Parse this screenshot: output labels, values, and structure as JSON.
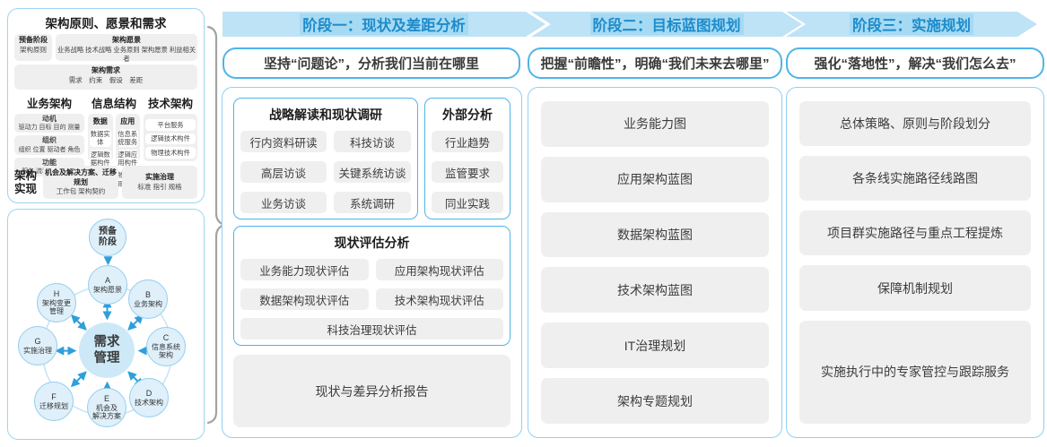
{
  "colors": {
    "band_blue": "#BEE3F6",
    "header_text_blue": "#1E8CCB",
    "accent_border_blue": "#4FB4E9",
    "panel_border_blue": "#8FD0F2",
    "box_gray": "#EFEFEF",
    "arrow_blue": "#2E9FDB",
    "brace_gray": "#A3A3A3",
    "circle_fill": "#DFF0FA",
    "circle_border": "#94CDED",
    "center_circle_fill": "#CDE9F7"
  },
  "left_top": {
    "title": "架构原则、愿景和需求",
    "prep": {
      "title": "预备阶段",
      "sub": "架构原则"
    },
    "vision": {
      "title": "架构愿景",
      "sub": "业务战略 技术战略 业务原则 架构愿景 利益相关者"
    },
    "requirements": {
      "title": "架构需求",
      "sub": "需求　约束　假设　差距"
    },
    "business": {
      "title": "业务架构",
      "items": [
        {
          "title": "动机",
          "sub": "驱动力 目标 目的 测量"
        },
        {
          "title": "组织",
          "sub": "组织 位置 驱动者 角色"
        },
        {
          "title": "功能",
          "sub": "服务 流程 控制 功能"
        }
      ]
    },
    "information": {
      "title": "信息结构",
      "data": {
        "title": "数据",
        "items": [
          "数据实体",
          "逻辑数据构件",
          "物理数据构件"
        ]
      },
      "app": {
        "title": "应用",
        "items": [
          "信息系统服务",
          "逻辑应用构件",
          "物理应用构件"
        ]
      }
    },
    "technical": {
      "title": "技术架构",
      "items": [
        "平台服务",
        "逻辑技术构件",
        "物理技术构件"
      ]
    },
    "realization": {
      "label": "架构实现",
      "box1": {
        "title": "机会及解决方案、迁移规划",
        "sub": "工作包  架构契约"
      },
      "box2": {
        "title": "实施治理",
        "sub": "标准  指引  规格"
      }
    }
  },
  "adm": {
    "prep": {
      "line1": "预备",
      "line2": "阶段"
    },
    "center": {
      "line1": "需求",
      "line2": "管理"
    },
    "nodes": [
      {
        "id": "A",
        "line1": "架构愿景",
        "line2": ""
      },
      {
        "id": "B",
        "line1": "业务架构",
        "line2": ""
      },
      {
        "id": "C",
        "line1": "信息系统",
        "line2": "架构"
      },
      {
        "id": "D",
        "line1": "技术架构",
        "line2": ""
      },
      {
        "id": "E",
        "line1": "机会及",
        "line2": "解决方案"
      },
      {
        "id": "F",
        "line1": "迁移规划",
        "line2": ""
      },
      {
        "id": "G",
        "line1": "实施治理",
        "line2": ""
      },
      {
        "id": "H",
        "line1": "架构变更",
        "line2": "管理"
      }
    ]
  },
  "phases": [
    {
      "header": "阶段一：现状及差距分析",
      "subtitle": "坚持“问题论”，分析我们当前在哪里"
    },
    {
      "header": "阶段二：目标蓝图规划",
      "subtitle": "把握“前瞻性”，明确“我们未来去哪里”"
    },
    {
      "header": "阶段三：实施规划",
      "subtitle": "强化“落地性”，解决“我们怎么去”"
    }
  ],
  "phase1": {
    "strategy": {
      "title": "战略解读和现状调研",
      "items": [
        "行内资料研读",
        "科技访谈",
        "高层访谈",
        "关键系统访谈",
        "业务访谈",
        "系统调研"
      ]
    },
    "external": {
      "title": "外部分析",
      "items": [
        "行业趋势",
        "监管要求",
        "同业实践"
      ]
    },
    "assessment": {
      "title": "现状评估分析",
      "items": [
        "业务能力现状评估",
        "应用架构现状评估",
        "数据架构现状评估",
        "技术架构现状评估",
        "科技治理现状评估"
      ]
    },
    "report": "现状与差异分析报告"
  },
  "phase2": {
    "items": [
      "业务能力图",
      "应用架构蓝图",
      "数据架构蓝图",
      "技术架构蓝图",
      "IT治理规划",
      "架构专题规划"
    ]
  },
  "phase3": {
    "items": [
      "总体策略、原则与阶段划分",
      "各条线实施路径线路图",
      "项目群实施路径与重点工程提炼",
      "保障机制规划",
      "实施执行中的专家管控与跟踪服务"
    ]
  }
}
